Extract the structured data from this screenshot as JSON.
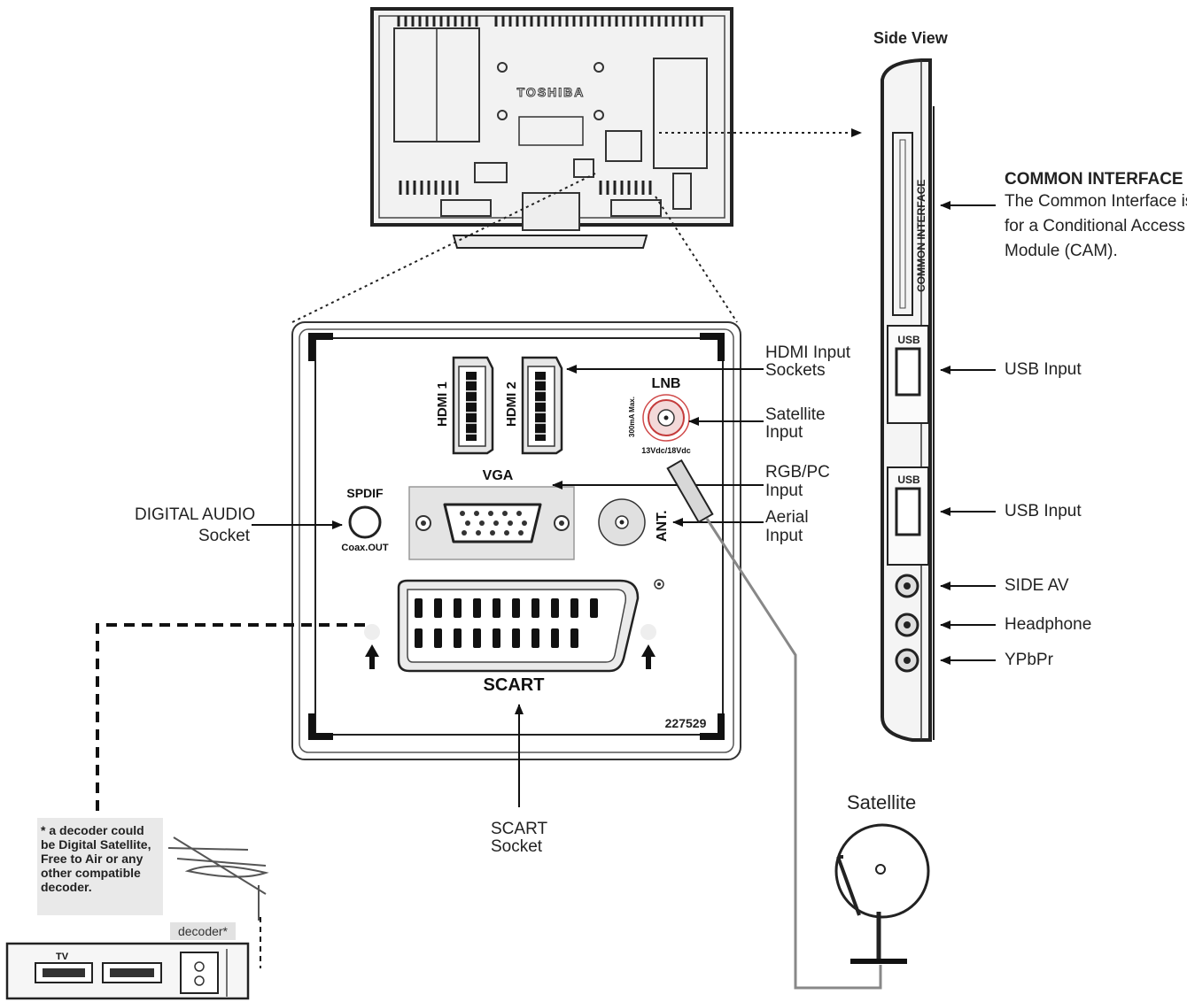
{
  "brand_logo": "TOSHIBA",
  "side_view": {
    "title": "Side View",
    "slot_label": "COMMON INTERFACE",
    "usb_port_label": "USB",
    "common_interface": {
      "title": "COMMON INTERFACE",
      "line1": "The Common Interface is",
      "line2": "for a Conditional Access",
      "line3": "Module (CAM)."
    },
    "usb_input_1": "USB Input",
    "usb_input_2": "USB Input",
    "side_av": "SIDE AV",
    "headphone": "Headphone",
    "ypbpr": "YPbPr"
  },
  "panel": {
    "hdmi1": "HDMI 1",
    "hdmi2": "HDMI 2",
    "lnb": "LNB",
    "lnb_current": "300mA Max.",
    "lnb_voltage": "13Vdc/18Vdc",
    "vga": "VGA",
    "spdif": "SPDIF",
    "coax_out": "Coax.OUT",
    "ant": "ANT.",
    "scart": "SCART",
    "model_number": "227529"
  },
  "callouts": {
    "hdmi_sockets_1": "HDMI Input",
    "hdmi_sockets_2": "Sockets",
    "satellite_input_1": "Satellite",
    "satellite_input_2": "Input",
    "rgb_pc_1": "RGB/PC",
    "rgb_pc_2": "Input",
    "aerial_1": "Aerial",
    "aerial_2": "Input",
    "digital_audio_1": "DIGITAL AUDIO",
    "digital_audio_2": "Socket",
    "scart_socket_1": "SCART",
    "scart_socket_2": "Socket"
  },
  "satellite_title": "Satellite",
  "decoder_note": "* a decoder could be Digital Satellite, Free to Air or any other compatible decoder.",
  "decoder_tag": "decoder*",
  "decoder_tv_label": "TV"
}
